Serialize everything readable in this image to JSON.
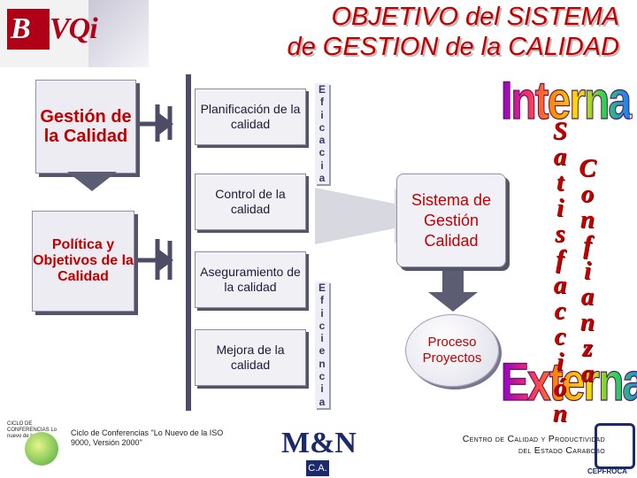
{
  "header": {
    "logo_text": "BVQi",
    "title_line1": "OBJETIVO del SISTEMA",
    "title_line2": "de GESTION de la CALIDAD"
  },
  "left": {
    "gestion": "Gestión de la Calidad",
    "politica": "Política y Objetivos de la Calidad"
  },
  "middle": {
    "items": [
      "Planificación de la calidad",
      "Control de la calidad",
      "Aseguramiento de la calidad",
      "Mejora de la calidad"
    ]
  },
  "vertical": {
    "eficacia": [
      "E",
      "f",
      "i",
      "c",
      "a",
      "c",
      "i",
      "a"
    ],
    "eficiencia": [
      "E",
      "f",
      "i",
      "c",
      "i",
      "e",
      "n",
      "c",
      "i",
      "a"
    ]
  },
  "right": {
    "sistema": "Sistema de Gestión Calidad",
    "proceso": "Proceso Proyectos",
    "satisfaccion": [
      "S",
      "a",
      "t",
      "i",
      "s",
      "f",
      "a",
      "c",
      "c",
      "i",
      "ó",
      "n"
    ],
    "confianza": [
      "C",
      "o",
      "n",
      "f",
      "i",
      "a",
      "n",
      "z",
      "a"
    ],
    "interna": "Interna",
    "externa": "Externa"
  },
  "footer": {
    "ciclo_small": "CICLO DE CONFERENCIAS Lo nuevo de la",
    "conference_text": "Ciclo de Conferencias \"Lo Nuevo de la ISO 9000, Versión 2000\"",
    "mn_logo": "M&N",
    "mn_ca": "C.A.",
    "centro_line1": "Centro de Calidad y Productividad",
    "centro_line2": "del Estado Carabobo",
    "cepfroca": "CEPFROCA"
  }
}
